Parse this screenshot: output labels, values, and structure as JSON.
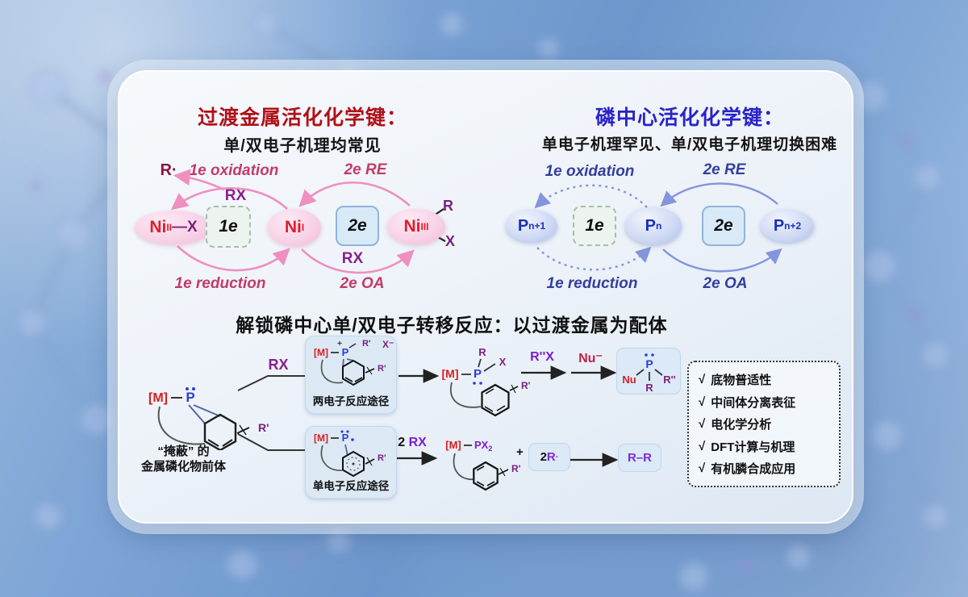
{
  "left_panel": {
    "title": "过渡金属活化化学键：",
    "subtitle": "单/双电子机理均常见",
    "r_radical": "R·",
    "ox": "1e oxidation",
    "re": "2e RE",
    "rx_top": "RX",
    "red": "1e reduction",
    "rx_bottom": "RX",
    "oa": "2e OA",
    "one_e": "1e",
    "two_e": "2e",
    "ni2": {
      "el": "Ni",
      "sup": "II",
      "lig": "—X"
    },
    "ni1": {
      "el": "Ni",
      "sup": "I"
    },
    "ni3": {
      "el": "Ni",
      "sup": "III",
      "r": "R",
      "x": "X"
    }
  },
  "right_panel": {
    "title": "磷中心活化化学键：",
    "subtitle": "单电子机理罕见、单/双电子机理切换困难",
    "ox": "1e oxidation",
    "re": "2e RE",
    "red": "1e reduction",
    "oa": "2e OA",
    "one_e": "1e",
    "two_e": "2e",
    "p_n1": {
      "el": "P",
      "sup": "n+1"
    },
    "p_n": {
      "el": "P",
      "sup": "n"
    },
    "p_n2": {
      "el": "P",
      "sup": "n+2"
    }
  },
  "bottom": {
    "title": "解锁磷中心单/双电子转移反应：以过渡金属为配体",
    "precursor": {
      "m": "[M]",
      "p": "P",
      "rp": "R'",
      "label1": "“掩蔽” 的",
      "label2": "金属磷化物前体"
    },
    "rx": "RX",
    "two_e_path": {
      "m": "[M]",
      "plus": "+",
      "p": "P",
      "rp_top": "R'",
      "x_minus": "X⁻",
      "rp": "R'",
      "label": "两电子反应途径"
    },
    "one_e_path": {
      "m": "[M]",
      "p": "P",
      "rp": "R'",
      "label": "单电子反应途径"
    },
    "mid": {
      "m": "[M]",
      "p": "P",
      "r": "R",
      "x": "X",
      "rp": "R'"
    },
    "rppx": "R''X",
    "nu_minus": "Nu⁻",
    "product": {
      "nu": "Nu",
      "p": "P",
      "rpp": "R''",
      "r": "R"
    },
    "two_rx": {
      "n": "2",
      "rx": "RX"
    },
    "px2": {
      "m": "[M]",
      "px": "PX",
      "sub": "2",
      "rp": "R'"
    },
    "plus": "+",
    "two_r": {
      "n": "2 ",
      "r": "R",
      "dot": "·"
    },
    "rr": "R–R",
    "check": "√",
    "checklist": [
      "底物普适性",
      "中间体分离表征",
      "电化学分析",
      "DFT计算与机理",
      "有机膦合成应用"
    ]
  },
  "colors": {
    "left_accent": "#b01119",
    "right_accent": "#2a23c8",
    "pink_arrow": "#ef8fc0",
    "blue_arrow": "#8494dd",
    "metal_red": "#d42020",
    "p_blue": "#2b3fd4",
    "halide_purple": "#7b2182"
  }
}
